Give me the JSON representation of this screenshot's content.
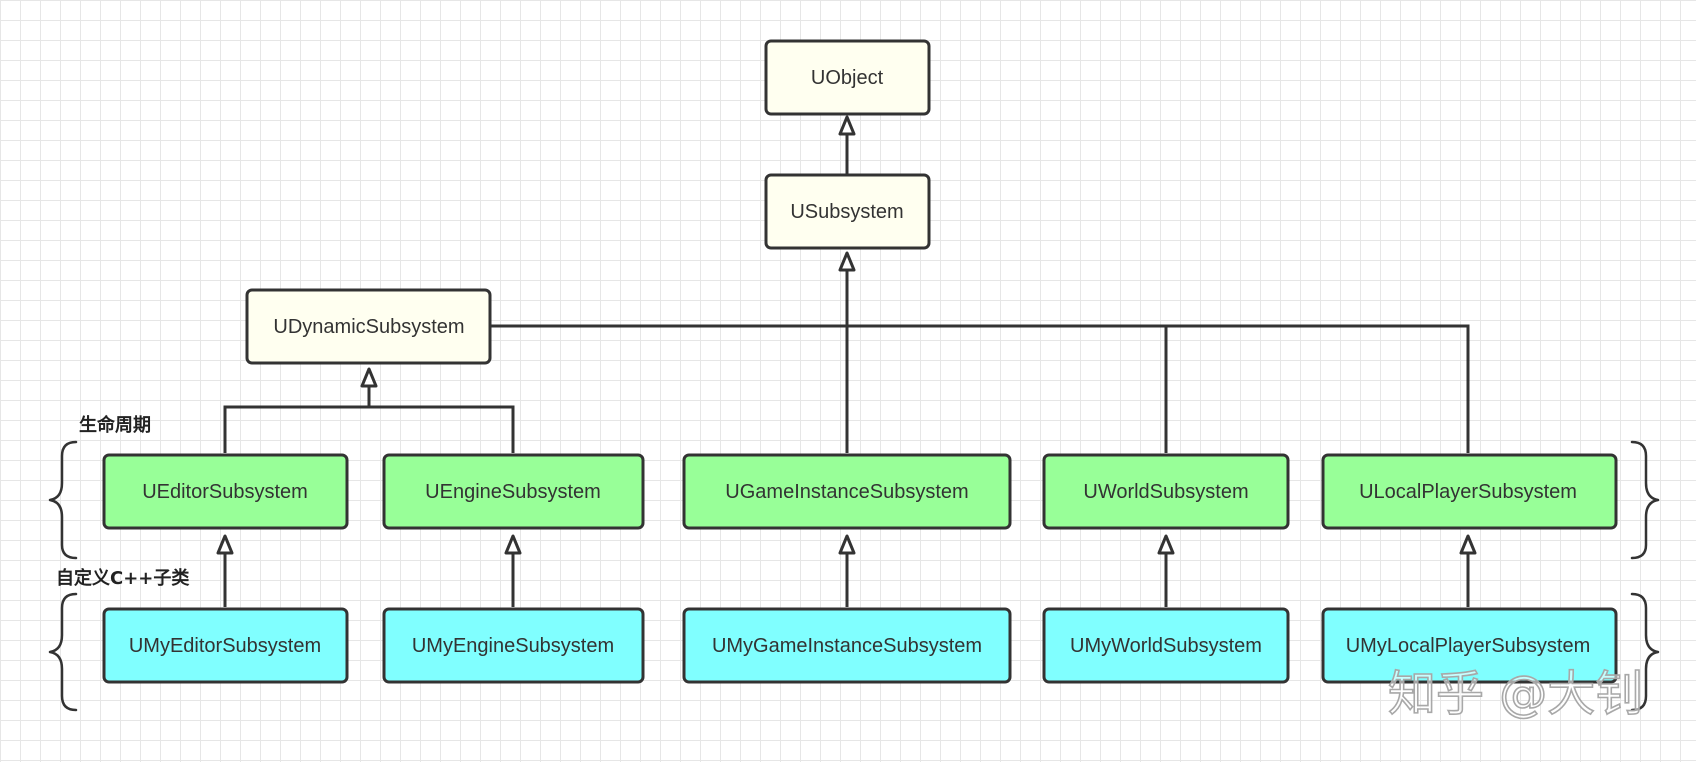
{
  "colors": {
    "base_fill": "#fffff0",
    "builtin_fill": "#98ff98",
    "custom_fill": "#80ffff",
    "stroke": "#333333"
  },
  "labels": {
    "lifecycle": "生命周期",
    "custom_subclass": "自定义C++子类"
  },
  "nodes": {
    "uobject": "UObject",
    "usubsystem": "USubsystem",
    "udynamic": "UDynamicSubsystem",
    "editor": "UEditorSubsystem",
    "engine": "UEngineSubsystem",
    "gameinstance": "UGameInstanceSubsystem",
    "world": "UWorldSubsystem",
    "localplayer": "ULocalPlayerSubsystem",
    "my_editor": "UMyEditorSubsystem",
    "my_engine": "UMyEngineSubsystem",
    "my_gameinstance": "UMyGameInstanceSubsystem",
    "my_world": "UMyWorldSubsystem",
    "my_localplayer": "UMyLocalPlayerSubsystem"
  },
  "watermark": "知乎 @大钊"
}
